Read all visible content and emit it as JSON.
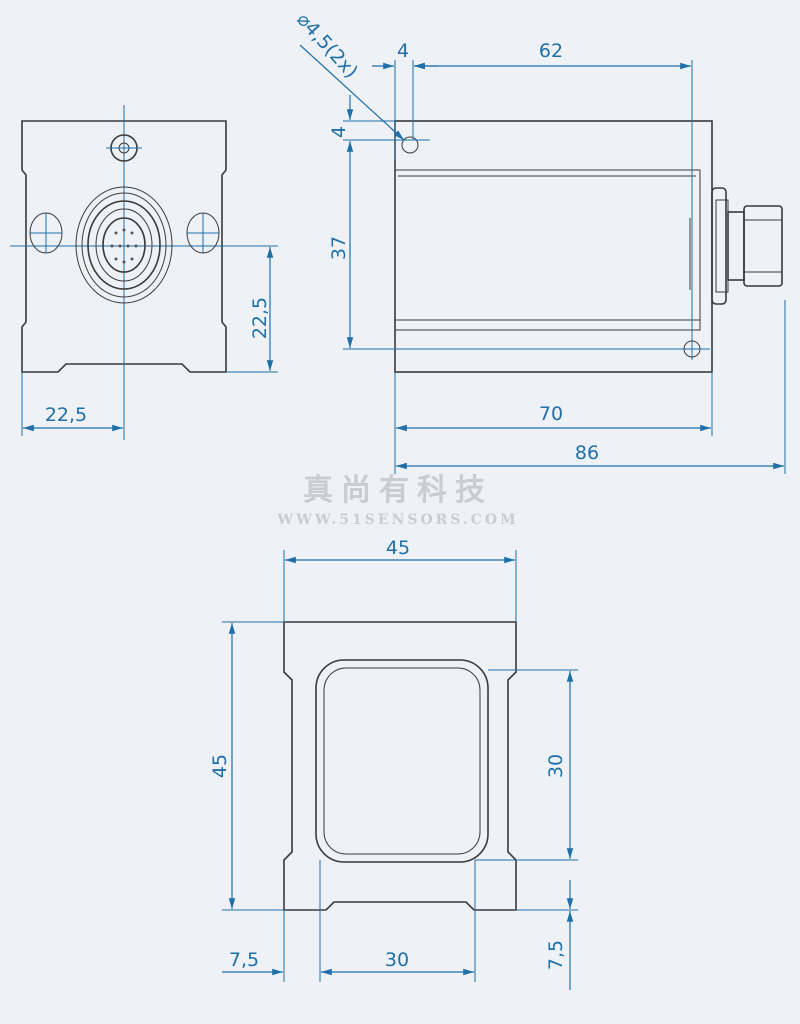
{
  "front_view": {
    "dim_height": "22,5",
    "dim_width": "22,5"
  },
  "side_view": {
    "hole_callout": "⌀4,5(2x)",
    "dim_hole_offset_x": "4",
    "dim_hole_spacing": "62",
    "dim_hole_offset_y": "4",
    "dim_hole_spacing_y": "37",
    "dim_body_length": "70",
    "dim_total_length": "86"
  },
  "bottom_view": {
    "dim_width": "45",
    "dim_height": "45",
    "dim_window_height": "30",
    "dim_window_offset_y": "7,5",
    "dim_window_offset_x": "7,5",
    "dim_window_width": "30"
  },
  "watermark": {
    "title": "真尚有科技",
    "url": "WWW.51SENSORS.COM"
  },
  "colors": {
    "dimension": "#1f6fa8",
    "outline": "#3a3a3a",
    "background": "#eef2f7"
  }
}
